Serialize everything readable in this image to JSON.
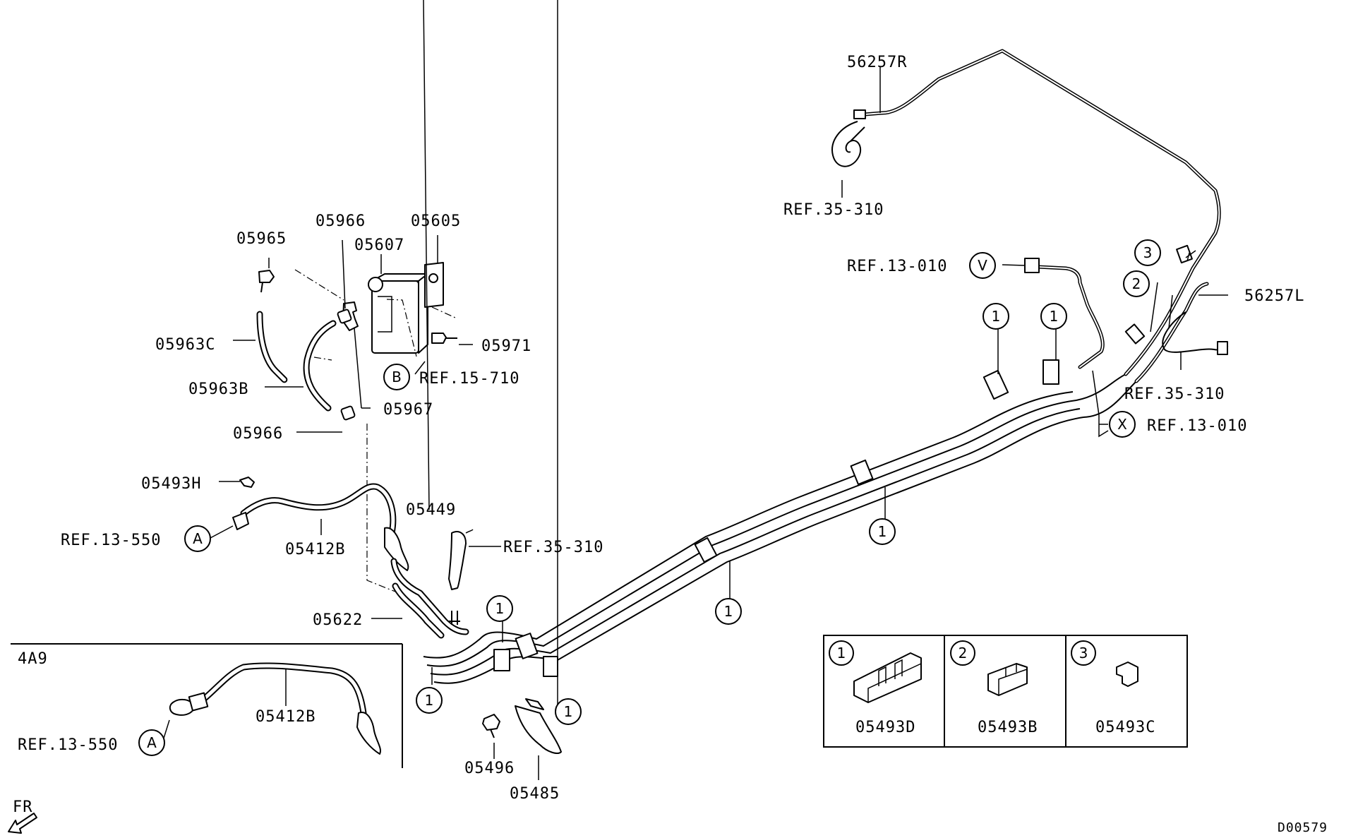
{
  "diagram_code": "D00579",
  "variant_label": "4A9",
  "direction_label": "FR",
  "part_labels": {
    "p56257R": "56257R",
    "p56257L": "56257L",
    "p05966a": "05966",
    "p05605": "05605",
    "p05607": "05607",
    "p05965": "05965",
    "p05963C": "05963C",
    "p05971": "05971",
    "p05963B": "05963B",
    "p05967": "05967",
    "p05966b": "05966",
    "p05493H": "05493H",
    "p05449": "05449",
    "p05412B_main": "05412B",
    "p05622": "05622",
    "p05412B_4a9": "05412B",
    "p05496": "05496",
    "p05485": "05485"
  },
  "references": {
    "ref_35_310_top": "REF.35-310",
    "ref_13_010_v": "REF.13-010",
    "ref_35_310_right": "REF.35-310",
    "ref_13_010_x": "REF.13-010",
    "ref_15_710": "REF.15-710",
    "ref_13_550_main": "REF.13-550",
    "ref_35_310_mid": "REF.35-310",
    "ref_13_550_4a9": "REF.13-550"
  },
  "connector_letters": {
    "v": "V",
    "x": "X",
    "b": "B",
    "a_main": "A",
    "a_4a9": "A"
  },
  "clamp_callouts": [
    "1",
    "1",
    "1",
    "1",
    "1",
    "1",
    "1",
    "2",
    "3"
  ],
  "legend": [
    {
      "key": "1",
      "part": "05493D"
    },
    {
      "key": "2",
      "part": "05493B"
    },
    {
      "key": "3",
      "part": "05493C"
    }
  ]
}
